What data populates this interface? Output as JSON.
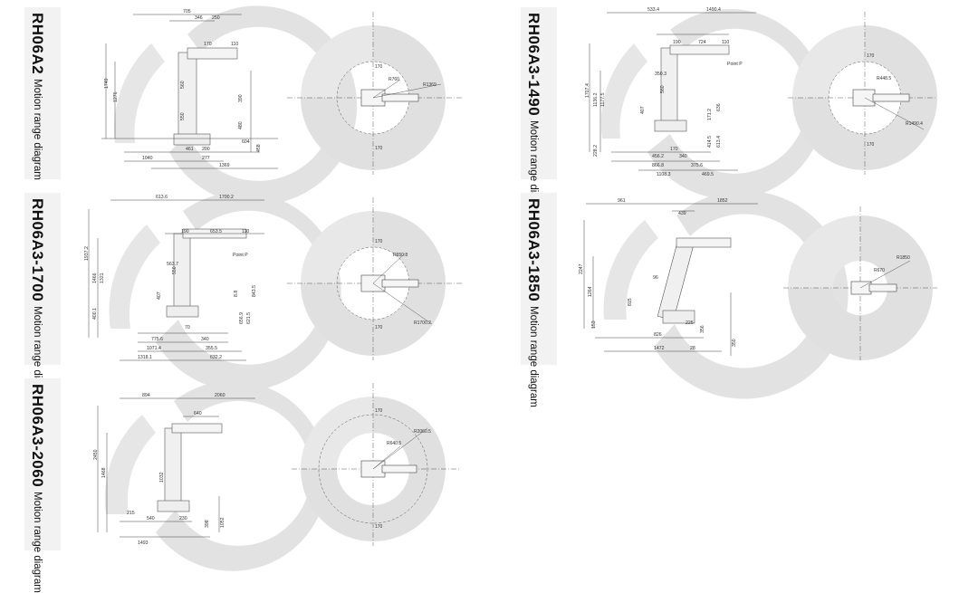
{
  "panels": [
    {
      "model": "RH06A2",
      "subtitle": "Motion range diagram",
      "dims": [
        "705",
        "346",
        "250",
        "170",
        "110",
        "1749",
        "1276",
        "560",
        "550",
        "390",
        "480",
        "461",
        "1040",
        "200",
        "277",
        "1369",
        "604",
        "458"
      ],
      "top_radii": [
        "170",
        "R760",
        "R1369"
      ]
    },
    {
      "model": "RH06A3-1490",
      "subtitle": "Motion range diagram",
      "dims": [
        "533.4",
        "1490.4",
        "190",
        "724",
        "110",
        "Point P",
        "1707.4",
        "1136.2",
        "1177.5",
        "350.3",
        "560",
        "407",
        "171.2",
        "414.5",
        "636",
        "613.4",
        "228.2",
        "170",
        "456.2",
        "340",
        "866.8",
        "375.6",
        "1108.3",
        "469.5"
      ],
      "top_radii": [
        "170",
        "R448.5",
        "R1490.4",
        "170"
      ]
    },
    {
      "model": "RH06A3-1700",
      "subtitle": "Motion range diagram",
      "dims": [
        "613.6",
        "1700.2",
        "190",
        "653.5",
        "110",
        "Point P",
        "1937.2",
        "1466",
        "1321",
        "563.7",
        "550",
        "407",
        "400.1",
        "70",
        "775.6",
        "340",
        "1071.4",
        "355.5",
        "1318.1",
        "632.2",
        "8.8",
        "656.9",
        "621.5",
        "843.5"
      ],
      "top_radii": [
        "170",
        "R650.8",
        "R1700.2",
        "170"
      ]
    },
    {
      "model": "RH06A3-1850",
      "subtitle": "Motion range diagram",
      "dims": [
        "961",
        "1852",
        "439",
        "2247",
        "1264",
        "815",
        "96",
        "826",
        "1472",
        "28",
        "225",
        "153",
        "356",
        "350"
      ],
      "top_radii": [
        "R670",
        "R1850"
      ]
    },
    {
      "model": "RH06A3-2060",
      "subtitle": "Motion range diagram",
      "dims": [
        "894",
        "2060",
        "640",
        "2450",
        "1468",
        "1032",
        "540",
        "215",
        "1493",
        "230",
        "1052",
        "398"
      ],
      "top_radii": [
        "170",
        "R640.5",
        "R2060.5",
        "170"
      ]
    }
  ]
}
